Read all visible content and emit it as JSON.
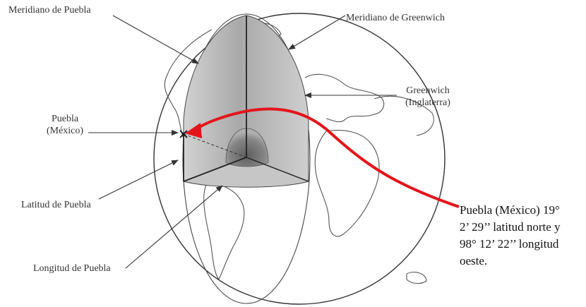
{
  "labels": {
    "meridiano_puebla": "Meridiano de Puebla",
    "meridiano_greenwich": "Meridiano de Greenwich",
    "greenwich_line1": "Greenwich",
    "greenwich_line2": "(Inglaterra)",
    "puebla_line1": "Puebla",
    "puebla_line2": "(México)",
    "latitud": "Latitud de Puebla",
    "longitud": "Longitud de Puebla"
  },
  "annotation": {
    "line1": "Puebla (México) 19°",
    "line2": "2’ 29’’ latitud norte y",
    "line3": "98° 12’ 22’’ longitud",
    "line4": "oeste."
  },
  "colors": {
    "highlight_arrow": "#e3151b",
    "outline": "#333333",
    "shade_light": "#eeeeee",
    "shade_dark": "#9a9a9a"
  }
}
